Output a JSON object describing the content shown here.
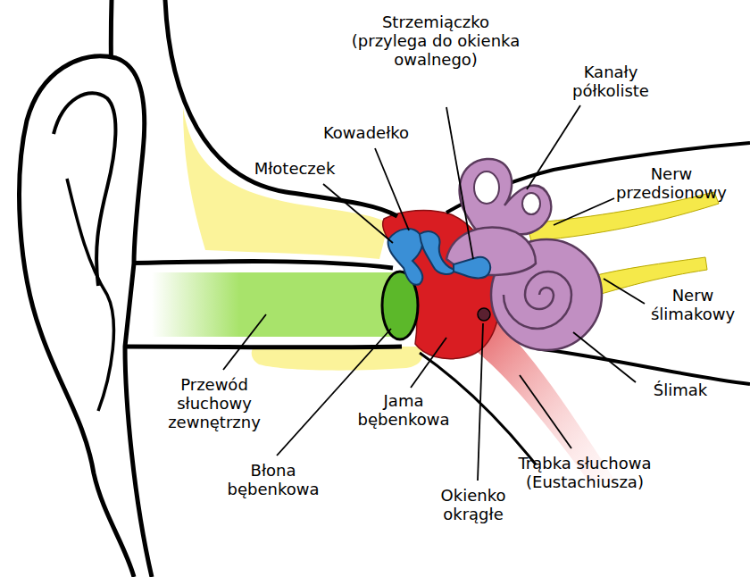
{
  "diagram": {
    "labels": [
      "Strzemiączko (przylega do okienka owalnego)",
      "Kanały półkoliste",
      "Kowadełko",
      "Młoteczek",
      "Nerw przedsionowy",
      "Nerw ślimakowy",
      "Ślimak",
      "Przewód słuchowy zewnętrzny",
      "Jama bębenkowa",
      "Trąbka słuchowa (Eustachiusza)",
      "Błona bębenkowa",
      "Okienko okrągłe"
    ]
  }
}
